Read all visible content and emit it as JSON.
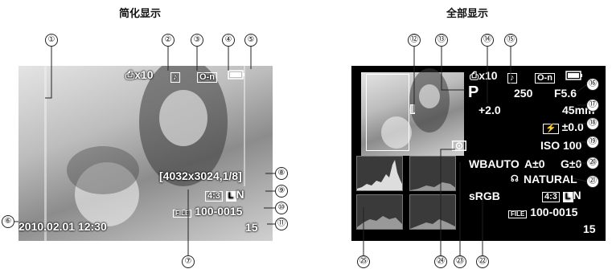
{
  "panels": {
    "simple": {
      "title": "简化显示",
      "print_order": "x10",
      "resolution": "[4032x3024,1/8]",
      "aspect": "4:3",
      "image_size": "L",
      "compression": "N",
      "file_label": "FILE",
      "file_number": "100-0015",
      "frame_number": "15",
      "datetime": "2010.02.01  12:30"
    },
    "full": {
      "title": "全部显示",
      "print_order": "x10",
      "shutter": "250",
      "aperture": "F5.6",
      "mode": "P",
      "exposure_comp": "+2.0",
      "focal_length": "45mm",
      "flash_label": "⚡",
      "flash_comp": "±0.0",
      "iso": "ISO  100",
      "wb": "WBAUTO",
      "wb_a": "A±0",
      "wb_g": "G±0",
      "picture_mode": "NATURAL",
      "color_space": "sRGB",
      "aspect": "4:3",
      "image_size": "L",
      "compression": "N",
      "file_label": "FILE",
      "file_number": "100-0015",
      "frame_number": "15"
    }
  },
  "callouts": {
    "c1": "①",
    "c2": "②",
    "c3": "③",
    "c4": "④",
    "c5": "⑤",
    "c6": "⑥",
    "c7": "⑦",
    "c8": "⑧",
    "c9": "⑨",
    "c10": "⑩",
    "c11": "⑪",
    "c12": "⑫",
    "c13": "⑬",
    "c14": "⑭",
    "c15": "⑮",
    "c16": "⑯",
    "c17": "⑰",
    "c18": "⑱",
    "c19": "⑲",
    "c20": "⑳",
    "c21": "㉑",
    "c22": "㉒",
    "c23": "㉓",
    "c24": "㉔",
    "c25": "㉕"
  },
  "colors": {
    "screen": "#000000",
    "overlay_text": "#ffffff",
    "callout_line": "#222222"
  },
  "icons": [
    "print-order-icon",
    "sound-icon",
    "protect-icon",
    "battery-icon",
    "flash-icon",
    "metering-icon",
    "card-icon"
  ]
}
